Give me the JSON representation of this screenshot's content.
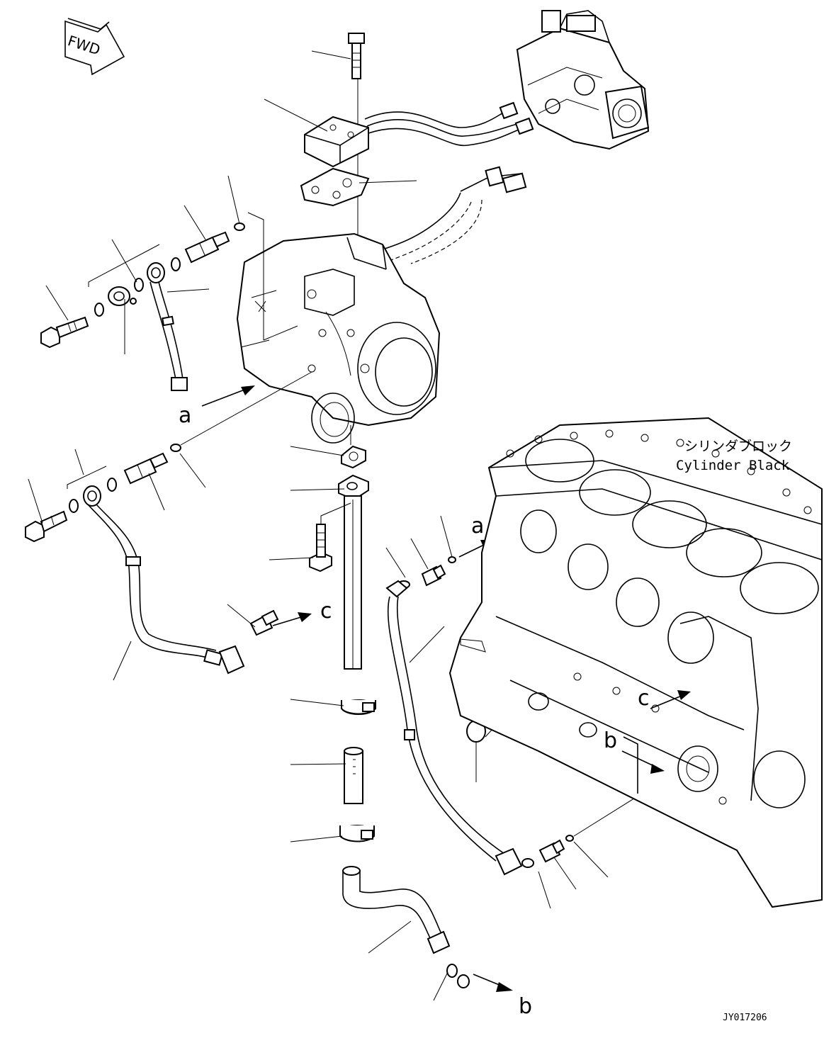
{
  "fwd_label": "FWD",
  "cylinder_block": {
    "label_jp": "シリンダブロック",
    "label_en": "Cylinder Black"
  },
  "refs": {
    "a": "a",
    "b": "b",
    "c": "c"
  },
  "drawing_number": "JY017206"
}
